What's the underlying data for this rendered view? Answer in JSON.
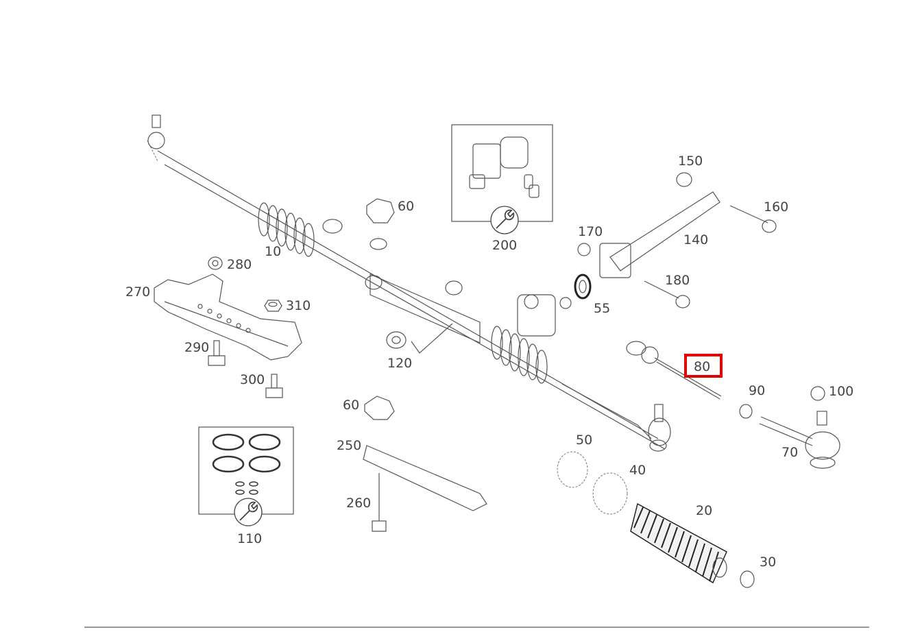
{
  "diagram": {
    "callouts": {
      "c10": "10",
      "c20": "20",
      "c30": "30",
      "c40": "40",
      "c50": "50",
      "c55": "55",
      "c60a": "60",
      "c60b": "60",
      "c70": "70",
      "c80": "80",
      "c90": "90",
      "c100": "100",
      "c110": "110",
      "c120": "120",
      "c140": "140",
      "c150": "150",
      "c160": "160",
      "c170": "170",
      "c180": "180",
      "c200": "200",
      "c250": "250",
      "c260": "260",
      "c270": "270",
      "c280": "280",
      "c290": "290",
      "c300": "300",
      "c310": "310"
    },
    "highlighted_part": "80",
    "highlight_color": "#e00000",
    "kit_icons": [
      "wrench-icon",
      "wrench-icon"
    ]
  }
}
